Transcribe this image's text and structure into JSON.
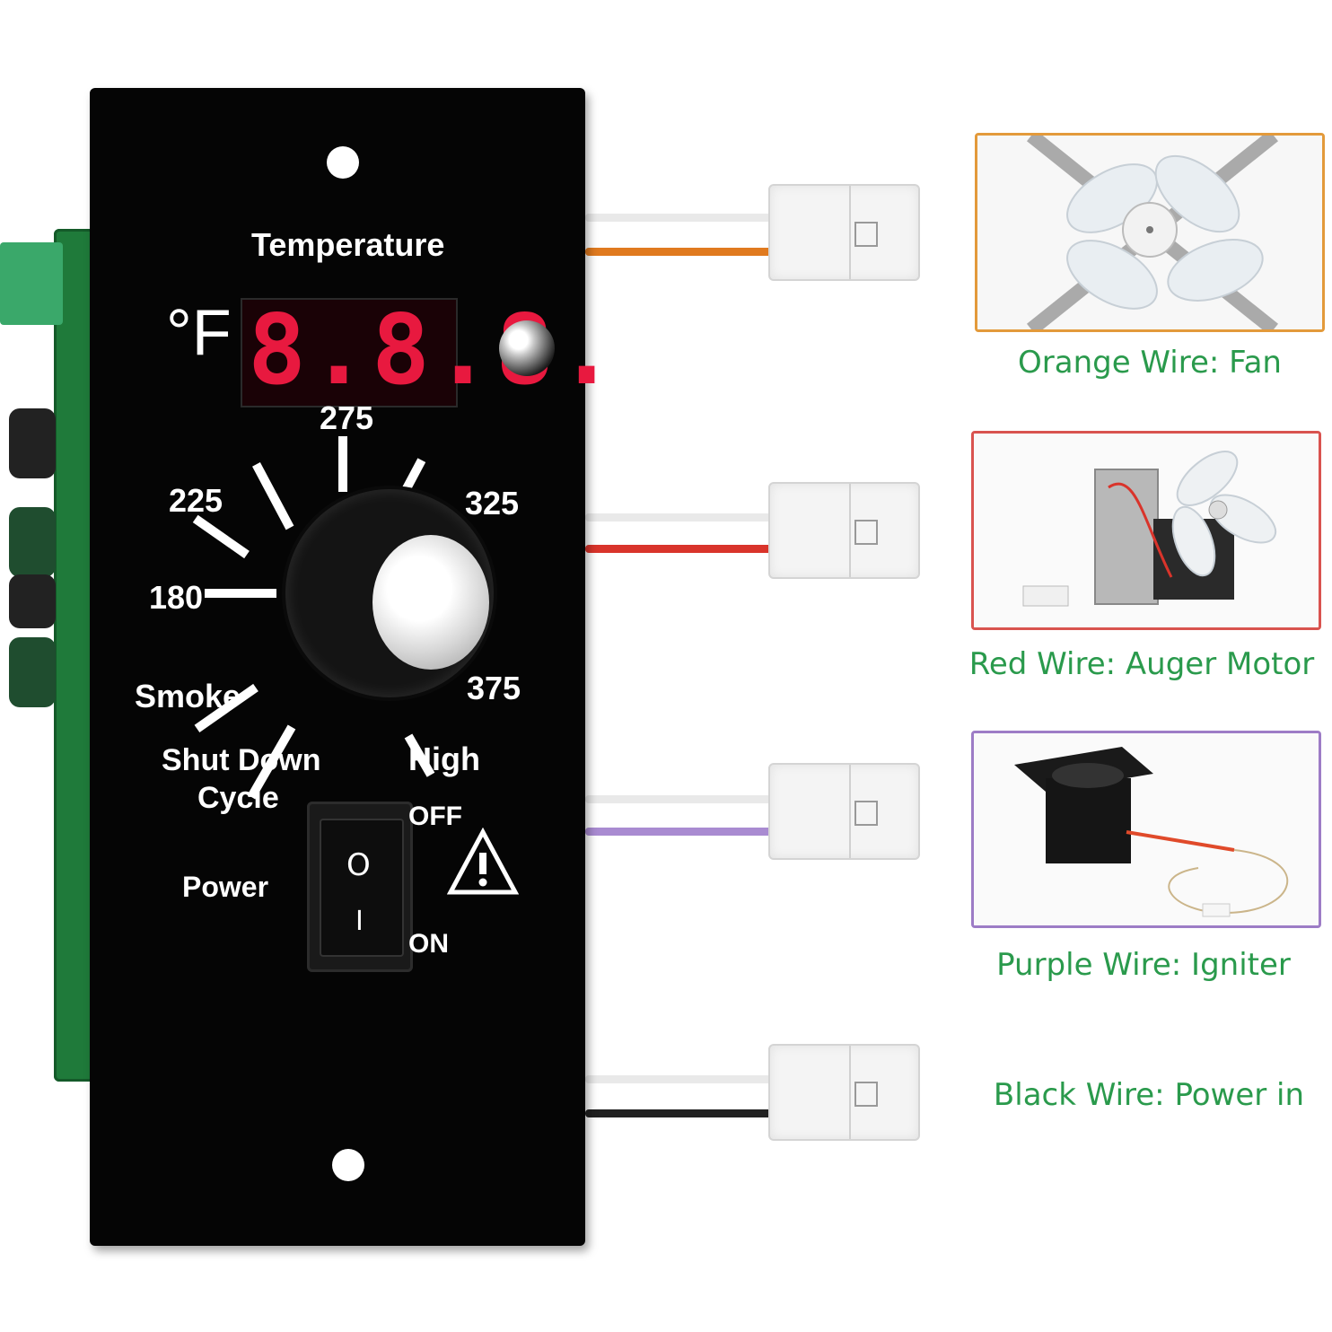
{
  "panel": {
    "temperature_label": "Temperature",
    "unit_label": "°F",
    "display_value": "8.8.8.",
    "dial_labels": {
      "t180": "180",
      "t225": "225",
      "t275": "275",
      "t325": "325",
      "t375": "375",
      "smoke": "Smoke",
      "high": "High",
      "shutdown_line1": "Shut Down",
      "shutdown_line2": "Cycle"
    },
    "power_label": "Power",
    "off_label": "OFF",
    "on_label": "ON",
    "switch_off_symbol": "O",
    "switch_on_symbol": "I"
  },
  "wires": [
    {
      "caption": "Orange Wire: Fan",
      "color": "#e07a1f",
      "frame": "#e39a3b"
    },
    {
      "caption": "Red Wire: Auger Motor",
      "color": "#d9342b",
      "frame": "#d9534f"
    },
    {
      "caption": "Purple Wire: Igniter",
      "color": "#a98bd1",
      "frame": "#9d7cc6"
    },
    {
      "caption": "Black Wire: Power in",
      "color": "#222222",
      "frame": ""
    }
  ],
  "caption_color": "#2a9a4c"
}
